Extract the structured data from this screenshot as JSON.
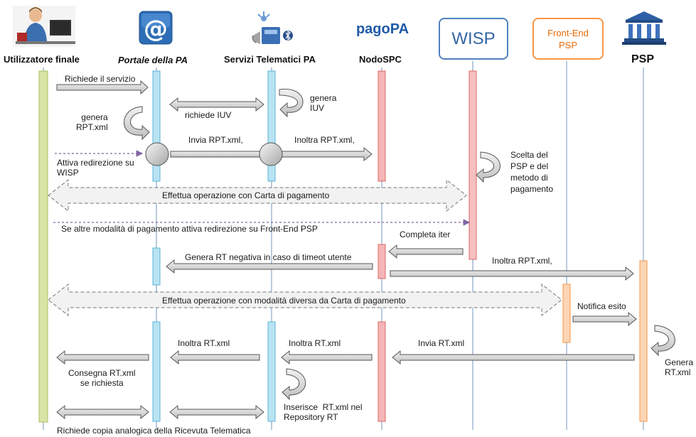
{
  "actors": [
    {
      "id": "user",
      "label": "Utilizzatore finale",
      "icon": "person-at-desk-icon"
    },
    {
      "id": "portal",
      "label": "Portale della PA",
      "icon": "at-sign-portal-icon"
    },
    {
      "id": "serv",
      "label": "Servizi Telematici PA",
      "icon": "network-services-icon"
    },
    {
      "id": "nodo",
      "label": "NodoSPC",
      "icon": "pagopa-logo-icon",
      "logo_text": "pagoPA"
    },
    {
      "id": "wisp",
      "label": "WISP"
    },
    {
      "id": "fe",
      "label": "Front-End\nPSP"
    },
    {
      "id": "psp",
      "label": "PSP",
      "icon": "bank-building-icon"
    }
  ],
  "messages": {
    "m1": "Richiede il servizio",
    "m2": "richiede IUV",
    "m3": "genera\nIUV",
    "m4": "genera\nRPT.xml",
    "m5": "Invia RPT.xml,",
    "m6": "Inoltra RPT.xml,",
    "m7": "Attiva redirezione su\nWISP",
    "m8": "Scelta del\nPSP e del\nmetodo di\npagamento",
    "m9": "Effettua operazione  con Carta di pagamento",
    "m10": "Se altre modalità di pagamento attiva redirezione su Front-End PSP",
    "m11": "Completa iter",
    "m12": "Genera RT negativa in caso di timeot utente",
    "m13": "Inoltra RPT.xml,",
    "m14": "Effettua operazione  con modalità diversa da Carta di pagamento",
    "m15": "Notifica esito",
    "m16": "Inoltra RT.xml",
    "m17": "Inoltra RT.xml",
    "m18": "Invia RT.xml",
    "m19": "Genera\nRT.xml",
    "m20": "Consegna RT.xml\nse richiesta",
    "m21": "Inserisce  RT.xml nel\nRepository RT",
    "m22": "Richiede copia analogica della Ricevuta Telematica"
  },
  "colors": {
    "user": "#d7e4a6",
    "portal": "#b9e3f2",
    "serv": "#b9e3f2",
    "nodo": "#f3b5b5",
    "wisp": "#f5c0c0",
    "fe": "#fcd5b5",
    "psp": "#fcd5b5",
    "arrow_fill": "#d9d9d9",
    "arrow_stroke": "#555555",
    "wisp_border": "#4f81bd",
    "fe_border": "#f79646",
    "dotted_arrow": "#8064a2"
  }
}
